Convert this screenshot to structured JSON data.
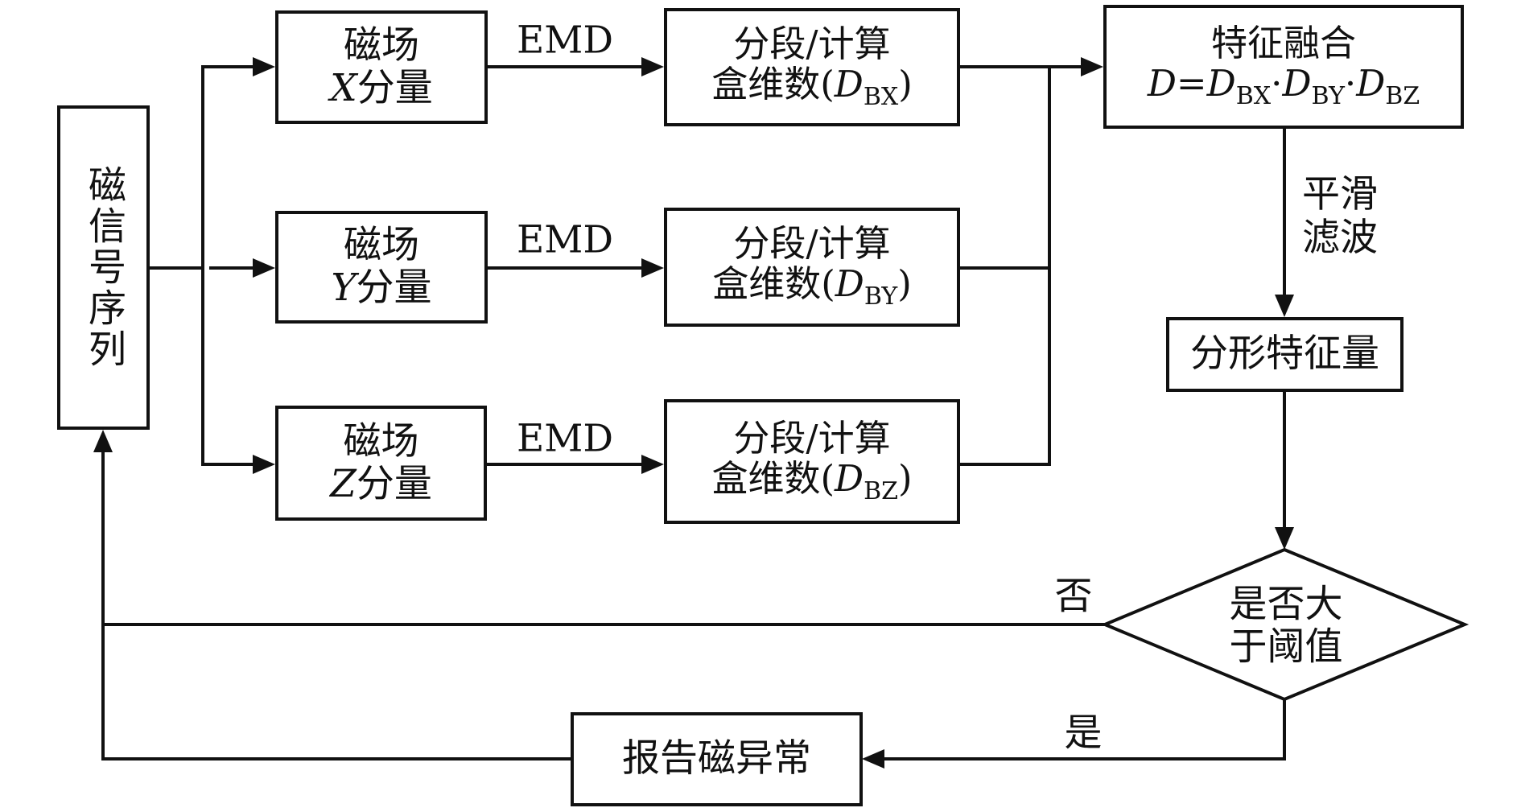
{
  "diagram": {
    "type": "flowchart",
    "colors": {
      "line": "#111111",
      "background": "#ffffff"
    },
    "nodes": {
      "signal": {
        "label": "磁信号序列"
      },
      "x_component": {
        "line1": "磁场",
        "var": "X",
        "line2_suffix": "分量"
      },
      "y_component": {
        "line1": "磁场",
        "var": "Y",
        "line2_suffix": "分量"
      },
      "z_component": {
        "line1": "磁场",
        "var": "Z",
        "line2_suffix": "分量"
      },
      "dim_x": {
        "line1": "分段/计算",
        "line2_prefix": "盒维数(",
        "var": "D",
        "sub": "BX",
        "close": ")"
      },
      "dim_y": {
        "line1": "分段/计算",
        "line2_prefix": "盒维数(",
        "var": "D",
        "sub": "BY",
        "close": ")"
      },
      "dim_z": {
        "line1": "分段/计算",
        "line2_prefix": "盒维数(",
        "var": "D",
        "sub": "BZ",
        "close": ")"
      },
      "fusion": {
        "title": "特征融合",
        "formula": {
          "lhs": "D",
          "eq": "=",
          "t1": "D",
          "s1": "BX",
          "dot": "·",
          "t2": "D",
          "s2": "BY",
          "t3": "D",
          "s3": "BZ"
        }
      },
      "fractal_feature": {
        "label": "分形特征量"
      },
      "decision": {
        "line1": "是否大",
        "line2": "于阈值"
      },
      "report": {
        "label": "报告磁异常"
      }
    },
    "edge_labels": {
      "emd_x": "EMD",
      "emd_y": "EMD",
      "emd_z": "EMD",
      "smoothing_line1": "平滑",
      "smoothing_line2": "滤波",
      "no": "否",
      "yes": "是"
    },
    "edges": [
      {
        "from": "signal",
        "to": "x_component"
      },
      {
        "from": "signal",
        "to": "y_component"
      },
      {
        "from": "signal",
        "to": "z_component"
      },
      {
        "from": "x_component",
        "to": "dim_x",
        "label": "EMD"
      },
      {
        "from": "y_component",
        "to": "dim_y",
        "label": "EMD"
      },
      {
        "from": "z_component",
        "to": "dim_z",
        "label": "EMD"
      },
      {
        "from": "dim_x",
        "to": "fusion"
      },
      {
        "from": "dim_y",
        "to": "fusion"
      },
      {
        "from": "dim_z",
        "to": "fusion"
      },
      {
        "from": "fusion",
        "to": "fractal_feature",
        "label": "平滑滤波"
      },
      {
        "from": "fractal_feature",
        "to": "decision"
      },
      {
        "from": "decision",
        "to": "signal",
        "label": "否"
      },
      {
        "from": "decision",
        "to": "report",
        "label": "是"
      },
      {
        "from": "report",
        "to": "signal"
      }
    ]
  }
}
